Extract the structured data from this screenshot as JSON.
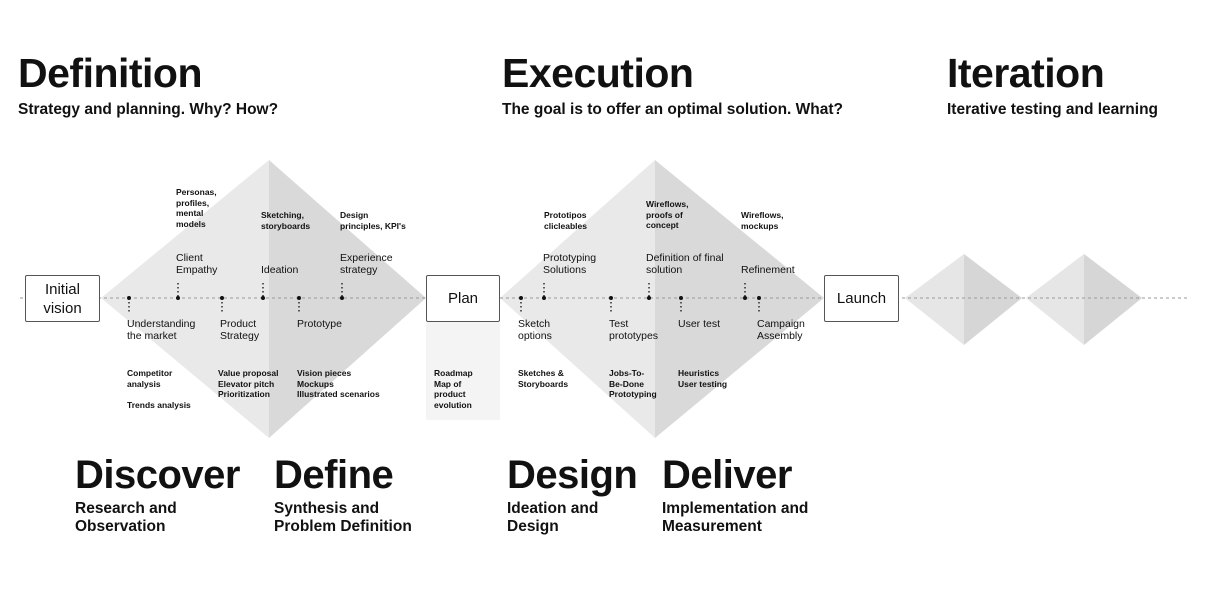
{
  "phases": [
    {
      "title": "Definition",
      "subtitle": "Strategy and planning. Why? How?"
    },
    {
      "title": "Execution",
      "subtitle": "The goal is to offer an optimal solution. What?"
    },
    {
      "title": "Iteration",
      "subtitle": "Iterative testing and learning"
    }
  ],
  "stages": [
    {
      "title": "Discover",
      "subtitle": "Research and\nObservation"
    },
    {
      "title": "Define",
      "subtitle": "Synthesis and\nProblem Definition"
    },
    {
      "title": "Design",
      "subtitle": "Ideation and\nDesign"
    },
    {
      "title": "Deliver",
      "subtitle": "Implementation and\nMeasurement"
    }
  ],
  "milestones": {
    "initial": "Initial\nvision",
    "plan": "Plan",
    "launch": "Launch"
  },
  "plan_notes": "Roadmap\nMap of\nproduct\nevolution",
  "definition_above": [
    {
      "label": "Client\nEmpathy",
      "note": "Personas,\nprofiles,\nmental\nmodels"
    },
    {
      "label": "Ideation",
      "note": "Sketching,\nstoryboards"
    },
    {
      "label": "Experience\nstrategy",
      "note": "Design\nprinciples, KPI's"
    }
  ],
  "definition_below": [
    {
      "label": "Understanding\nthe market",
      "note": "Competitor\nanalysis\n\nTrends analysis"
    },
    {
      "label": "Product\nStrategy",
      "note": "Value proposal\nElevator pitch\nPrioritization"
    },
    {
      "label": "Prototype",
      "note": "Vision pieces\nMockups\nIllustrated scenarios"
    }
  ],
  "execution_above": [
    {
      "label": "Prototyping\nSolutions",
      "note": "Prototipos\nclicleables"
    },
    {
      "label": "Definition of final\nsolution",
      "note": "Wireflows,\nproofs of\nconcept"
    },
    {
      "label": "Refinement",
      "note": "Wireflows,\nmockups"
    }
  ],
  "execution_below": [
    {
      "label": "Sketch\noptions",
      "note": "Sketches &\nStoryboards"
    },
    {
      "label": "Test\nprototypes",
      "note": "Jobs-To-\nBe-Done\nPrototyping"
    },
    {
      "label": "User test",
      "note": "Heuristics\nUser testing"
    },
    {
      "label": "Campaign\nAssembly",
      "note": ""
    }
  ],
  "colors": {
    "diamond_light": "#e9e9e9",
    "diamond_dark": "#d9d9d9",
    "iteration_light": "#e6e6e6",
    "iteration_dark": "#d6d6d6",
    "axis": "#999999",
    "text": "#111111"
  }
}
